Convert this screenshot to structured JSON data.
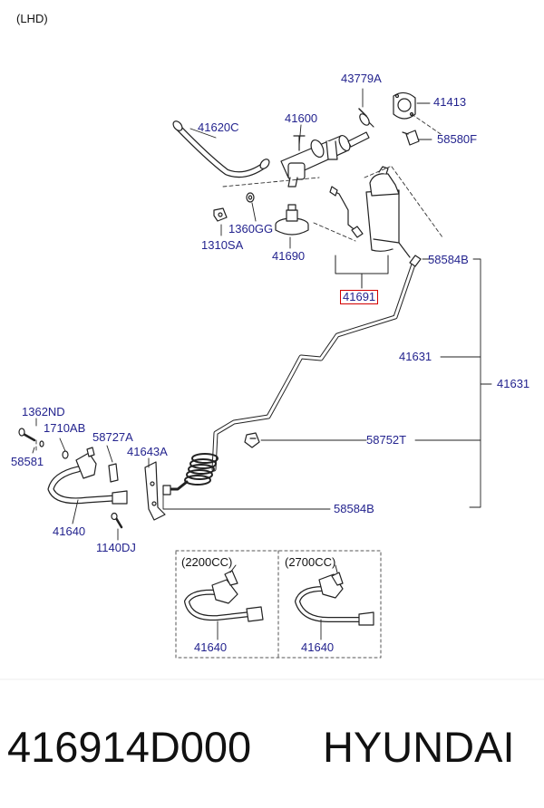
{
  "header": {
    "region": "(LHD)"
  },
  "parts": {
    "p43779a": "43779A",
    "p41413": "41413",
    "p41620c": "41620C",
    "p41600": "41600",
    "p58580f": "58580F",
    "p1360gg": "1360GG",
    "p1310sa": "1310SA",
    "p41690": "41690",
    "p58584b_top": "58584B",
    "p41691": "41691",
    "p41631_a": "41631",
    "p41631_b": "41631",
    "p1362nd": "1362ND",
    "p1710ab": "1710AB",
    "p58581": "58581",
    "p58727a": "58727A",
    "p41643a": "41643A",
    "p58752t": "58752T",
    "p41640": "41640",
    "p1140dj": "1140DJ",
    "p58584b_bottom": "58584B"
  },
  "variants": [
    {
      "engine": "(2200CC)",
      "part": "41640"
    },
    {
      "engine": "(2700CC)",
      "part": "41640"
    }
  ],
  "highlight_color": "#d40000",
  "label_color": "#23238e",
  "footer": {
    "part_number": "416914D000",
    "brand": "HYUNDAI"
  }
}
